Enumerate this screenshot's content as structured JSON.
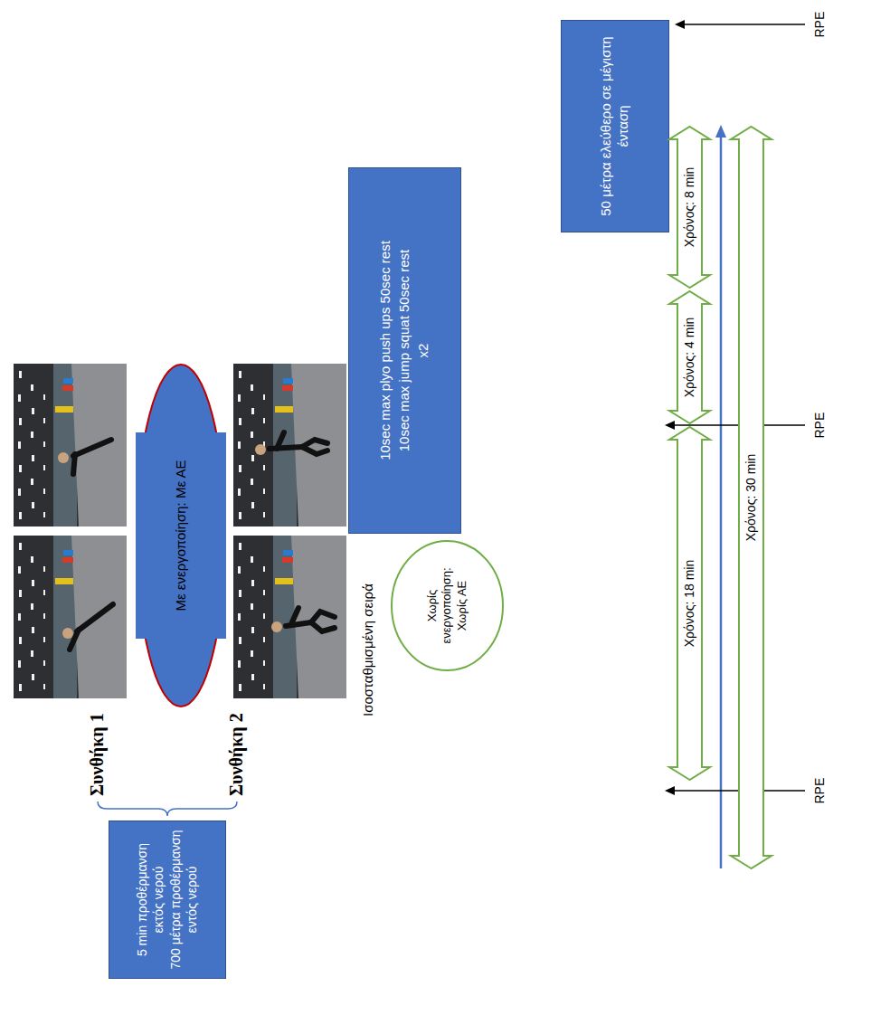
{
  "diagram": {
    "nodes": [
      {
        "text": [
          "5 min προθέρμανση εκτός νερού",
          "700 μέτρα προθέρμανση εντός νερού"
        ]
      },
      {
        "text": [
          "Με ενεργοποίηση: Με ΑΕ"
        ]
      },
      {
        "text": [
          "Χωρίς ενεργοποίηση: Χωρίς ΑΕ"
        ]
      },
      {
        "text": [
          "10sec max plyo push ups 50sec rest",
          "10sec max jump squat 50sec rest",
          "x2"
        ]
      },
      {
        "text": [
          "50 μέτρα ελεύθερο σε μέγιστη ένταση"
        ]
      },
      {
        "text": [
          "Χρόνος: 18 min"
        ]
      },
      {
        "text": [
          "Χρόνος: 4 min"
        ]
      },
      {
        "text": [
          "Χρόνος: 8 min"
        ]
      },
      {
        "text": [
          "Χρόνος: 30 min"
        ]
      }
    ],
    "labels": [
      "Συνθήκη 1",
      "Συνθήκη 2",
      "Ισοσταθμισμένη σειρά",
      "RPE",
      "RPE",
      "RPE"
    ]
  }
}
